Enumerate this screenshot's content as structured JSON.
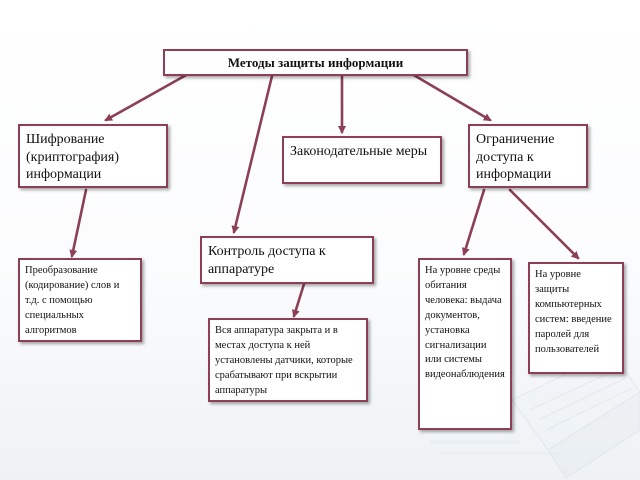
{
  "diagram": {
    "title": "Методы защиты информации",
    "level1": {
      "encryption": "Шифрование (криптография) информации",
      "legislative": "Законодательные меры",
      "hardware_control": "Контроль доступа к аппаратуре",
      "access_restriction": "Ограничение доступа к информации"
    },
    "level2": {
      "transformation": "Преобразование (кодирование) слов и т.д. с помощью специальных алгоритмов",
      "sensors": "Вся аппаратура закрыта и в местах доступа к ней установлены датчики, которые срабатывают при вскрытии аппаратуры",
      "human_environment": "На уровне среды обитания человека: выдача документов, установка сигнализации или системы видеонаблюдения",
      "computer_systems": "На уровне защиты компьютерных систем: введение паролей для пользователей"
    }
  },
  "colors": {
    "border": "#8c3f55",
    "arrow": "#8c3f55"
  }
}
